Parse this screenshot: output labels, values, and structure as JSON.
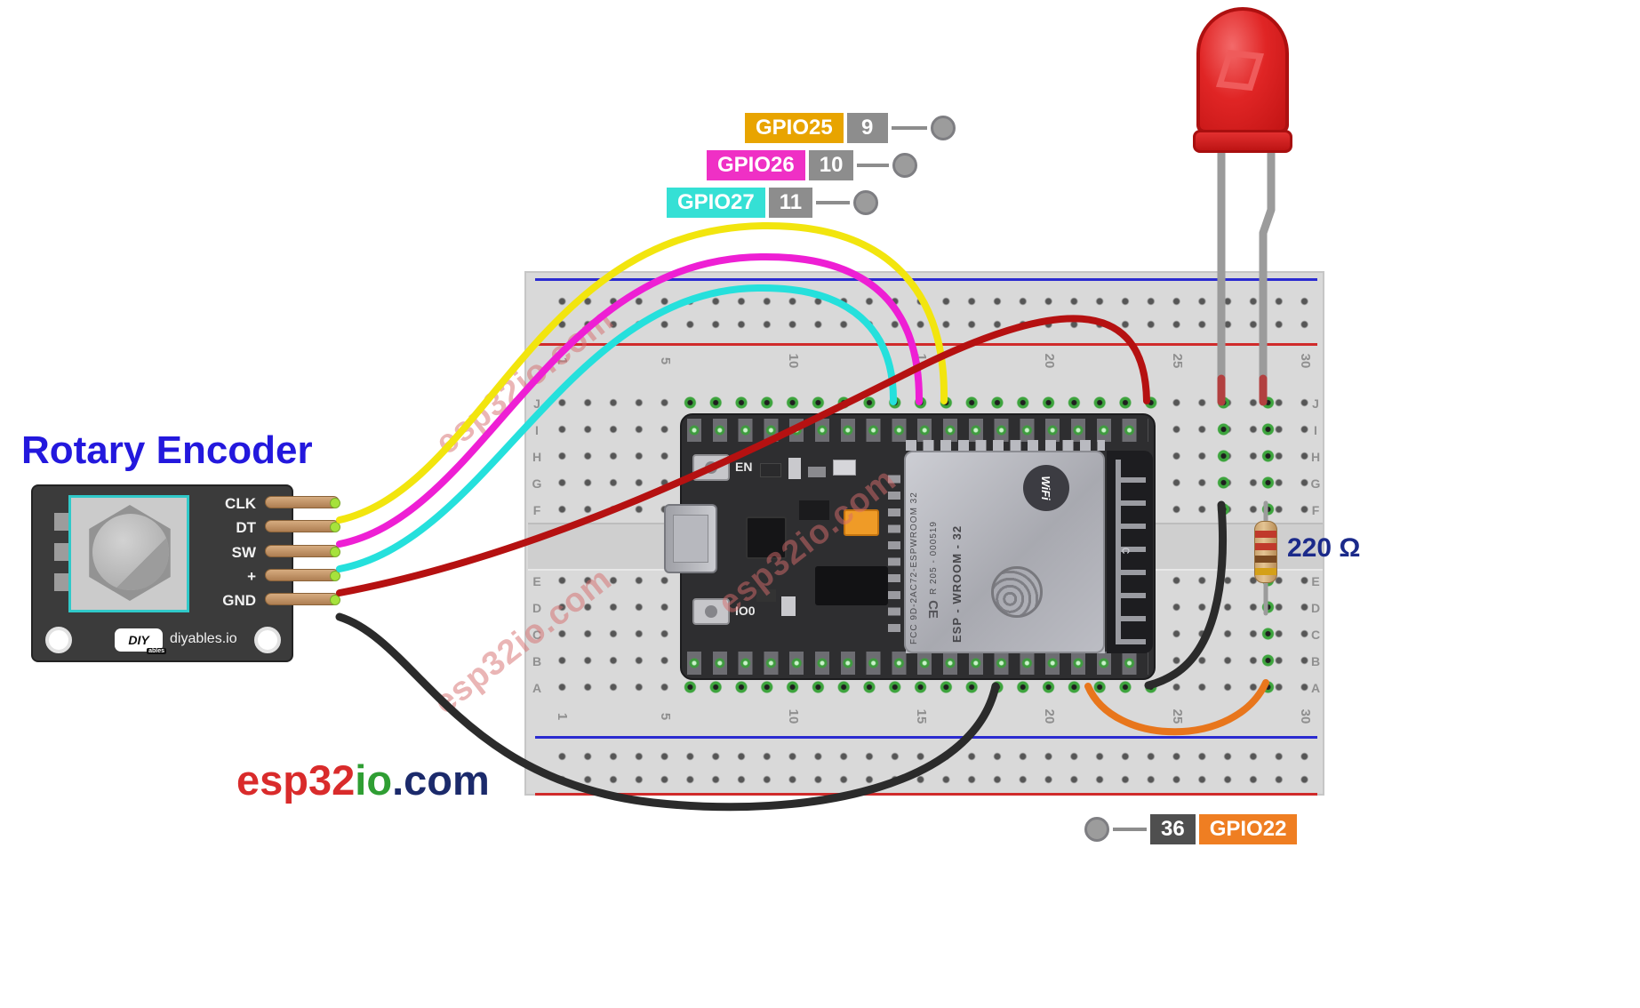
{
  "title": "Rotary Encoder",
  "resistor_label": "220 Ω",
  "watermark": "esp32io.com",
  "brand": {
    "red": "esp32",
    "green": "io",
    "navy": ".com"
  },
  "callouts": {
    "rows": [
      {
        "label": "GPIO25",
        "pin": "9",
        "color": "#e8a400"
      },
      {
        "label": "GPIO26",
        "pin": "10",
        "color": "#ef30c5"
      },
      {
        "label": "GPIO27",
        "pin": "11",
        "color": "#35e0d5"
      }
    ],
    "bottom": {
      "pin": "36",
      "label": "GPIO22",
      "color": "#ef7e22"
    }
  },
  "encoder": {
    "pins": [
      "CLK",
      "DT",
      "SW",
      "+",
      "GND"
    ],
    "logo_main": "DIY",
    "logo_sub": "ables",
    "site": "diyables.io"
  },
  "esp32": {
    "btn_en": "EN",
    "btn_io0": "IO0",
    "fcc_line": "FCC 9D-2AC72-ESPWROOM 32",
    "reg_line": "R  205 - 000519",
    "module_name": "ESP - WROOM - 32",
    "wifi_logo": "WiFi",
    "ce_mark": "CE",
    "antenna_mark": "c"
  },
  "breadboard": {
    "numbers": [
      "1",
      "5",
      "10",
      "15",
      "20",
      "25",
      "30"
    ],
    "letters_top": [
      "J",
      "I",
      "H",
      "G",
      "F"
    ],
    "letters_bottom": [
      "E",
      "D",
      "C",
      "B",
      "A"
    ]
  },
  "wire_colors": {
    "clk": "#f2e50e",
    "dt": "#ee1fd4",
    "sw": "#25e0dc",
    "vcc": "#b51111",
    "gnd": "#2b2b2b",
    "led_to_gnd": "#2b2b2b",
    "gpio22_wire": "#e8761c",
    "led_leg": "#9b9b9b",
    "led_leg_tip": "#b24040"
  }
}
